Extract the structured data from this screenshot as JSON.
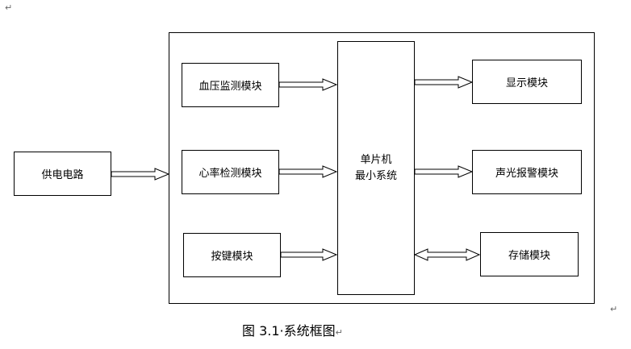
{
  "modules": {
    "power": "供电电路",
    "bp": "血压监测模块",
    "hr": "心率检测模块",
    "keys": "按键模块",
    "mcu_line1": "单片机",
    "mcu_line2": "最小系统",
    "display": "显示模块",
    "alarm": "声光报警模块",
    "storage": "存储模块"
  },
  "caption": "图 3.1·系统框图",
  "paragraph_mark": "↵"
}
